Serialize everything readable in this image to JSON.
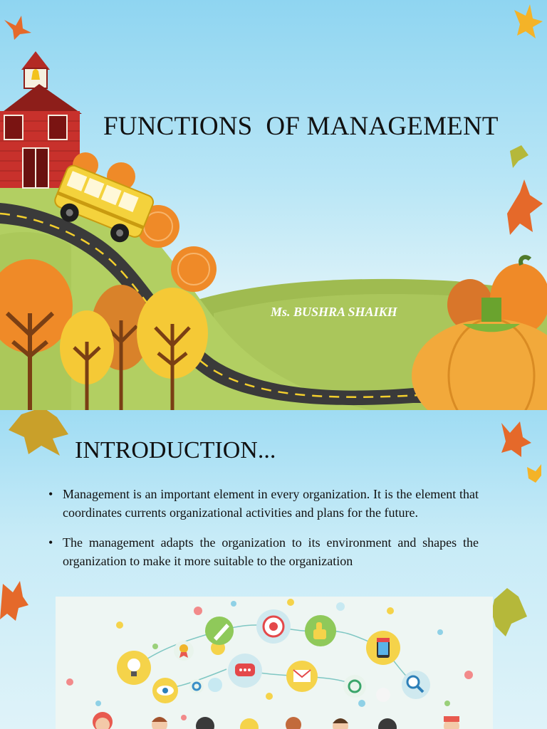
{
  "slide1": {
    "title": "FUNCTIONS  OF MANAGEMENT",
    "author": "Ms. BUSHRA SHAIKH"
  },
  "slide2": {
    "title": "INTRODUCTION...",
    "bullet_symbol": "•",
    "bullets": [
      "Management is an important element in every organization. It is the element that coordinates currents organizational activities and plans for the future.",
      "The management adapts the organization to its environment and shapes the organization to make it more suitable to the organization"
    ],
    "graphic_icons": [
      "lightbulb-icon",
      "award-icon",
      "pencil-icon",
      "target-icon",
      "chat-icon",
      "thumbs-up-icon",
      "email-icon",
      "recycle-icon",
      "mobile-store-icon",
      "search-icon",
      "eye-icon",
      "gear-icon"
    ]
  },
  "colors": {
    "sky": "#8fd5f1",
    "hill": "#a9c45a",
    "road": "#3b3b3b",
    "bus": "#f4d23c",
    "school": "#c8312c",
    "pumpkin": "#f2a93b",
    "tree_orange": "#ef8a28",
    "tree_yellow": "#f5c936"
  }
}
